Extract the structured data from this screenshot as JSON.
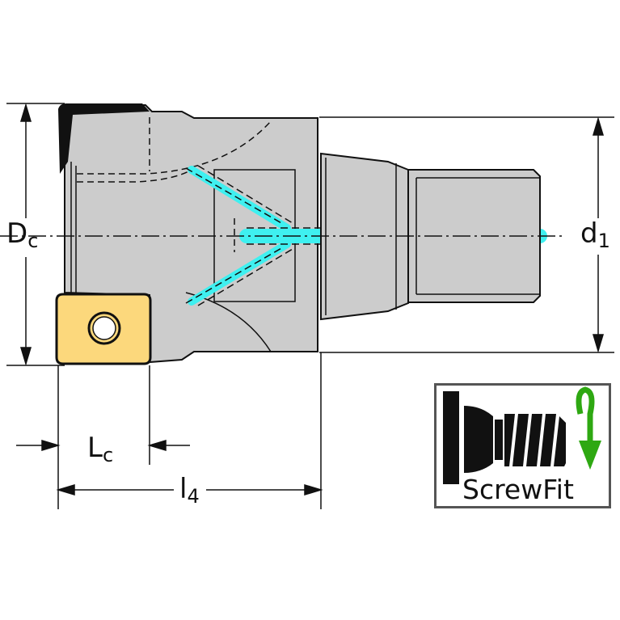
{
  "labels": {
    "dc_main": "D",
    "dc_sub": "c",
    "d1_main": "d",
    "d1_sub": "1",
    "lc_main": "L",
    "lc_sub": "c",
    "l4_main": "l",
    "l4_sub": "4"
  },
  "logo": {
    "text": "ScrewFit",
    "arrow_color": "#2ea812"
  },
  "colors": {
    "body": "#cccccc",
    "insert": "#fcd87c",
    "coolant": "#3ff0f0"
  }
}
